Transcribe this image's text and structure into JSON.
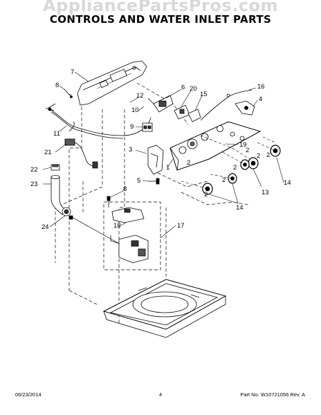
{
  "watermark": "AppliancePartsPros.com",
  "title": "CONTROLS AND WATER INLET PARTS",
  "callouts": [
    "7",
    "8",
    "12",
    "6",
    "20",
    "15",
    "16",
    "4",
    "10",
    "11",
    "9",
    "19",
    "3",
    "21",
    "1",
    "2",
    "22",
    "23",
    "5",
    "13",
    "14",
    "8",
    "17",
    "18",
    "24",
    "2",
    "2",
    "2",
    "2",
    "14",
    "2",
    "2"
  ],
  "footer": {
    "date": "06/23/2014",
    "page": "4",
    "part": "Part No. W10721056  Rev. A"
  }
}
